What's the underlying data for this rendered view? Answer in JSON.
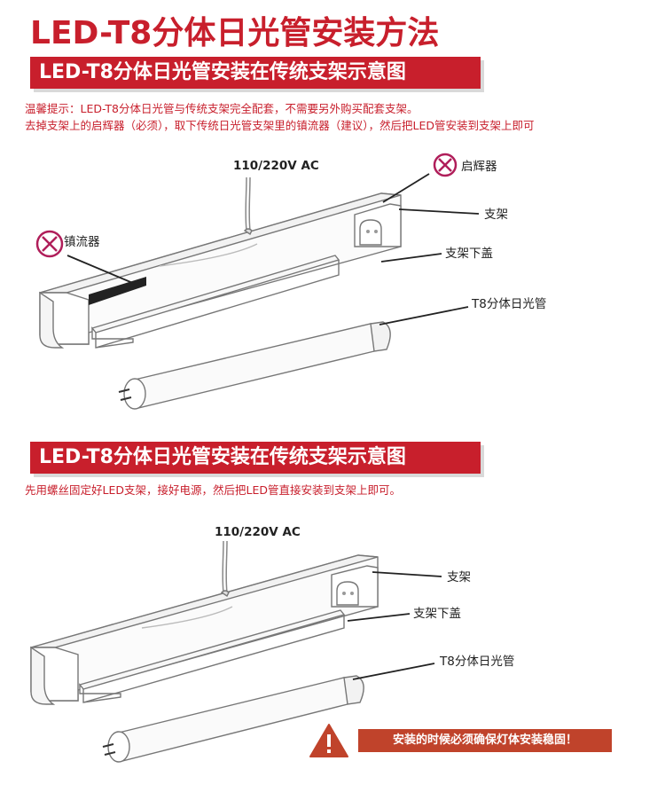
{
  "title": "LED-T8分体日光管安装方法",
  "section1": {
    "banner": "LED-T8分体日光管安装在传统支架示意图",
    "tip_line1": "温馨提示：LED-T8分体日光管与传统支架完全配套，不需要另外购买配套支架。",
    "tip_line2": "去掉支架上的启辉器（必须），取下传统日光管支架里的镇流器（建议），然后把LED管安装到支架上即可",
    "labels": {
      "voltage": "110/220V AC",
      "starter": "启辉器",
      "bracket": "支架",
      "ballast": "镇流器",
      "cover": "支架下盖",
      "tube": "T8分体日光管"
    }
  },
  "section2": {
    "banner": "LED-T8分体日光管安装在传统支架示意图",
    "tip_line1": "先用螺丝固定好LED支架，接好电源，然后把LED管直接安装到支架上即可。",
    "labels": {
      "voltage": "110/220V AC",
      "bracket": "支架",
      "cover": "支架下盖",
      "tube": "T8分体日光管"
    },
    "warning": "安装的时候必须确保灯体安装稳固！"
  },
  "colors": {
    "accent": "#c81f2c",
    "warning_bg": "#c0432b",
    "forbidden": "#b01e5a"
  }
}
